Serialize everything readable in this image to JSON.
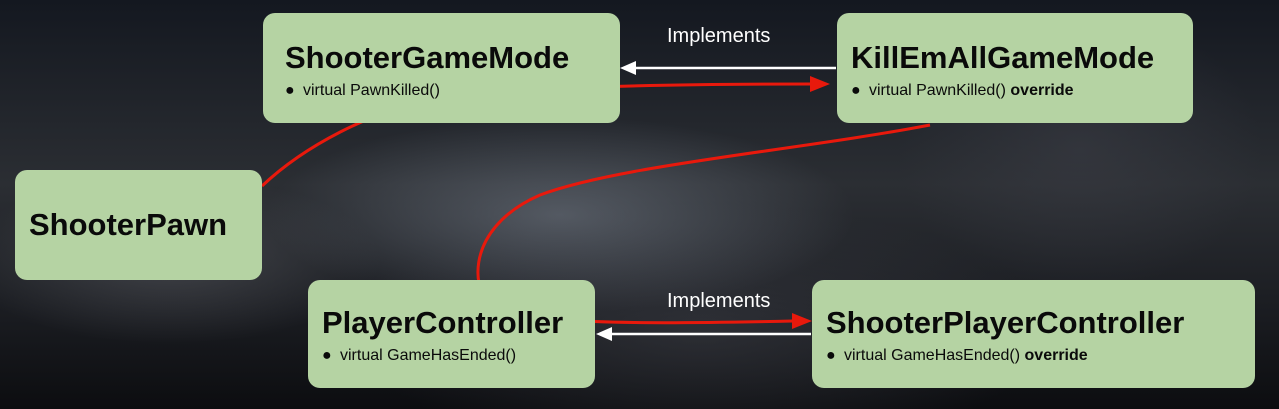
{
  "nodes": {
    "shooter_game_mode": {
      "title": "ShooterGameMode",
      "method": "virtual PawnKilled()",
      "suffix": ""
    },
    "kill_em_all_game_mode": {
      "title": "KillEmAllGameMode",
      "method": "virtual PawnKilled()",
      "suffix": "override"
    },
    "shooter_pawn": {
      "title": "ShooterPawn"
    },
    "player_controller": {
      "title": "PlayerController",
      "method": "virtual GameHasEnded()",
      "suffix": ""
    },
    "shooter_player_controller": {
      "title": "ShooterPlayerController",
      "method": "virtual GameHasEnded()",
      "suffix": "override"
    }
  },
  "edges": {
    "top_label": "Implements",
    "bottom_label": "Implements"
  },
  "bullet": "●",
  "colors": {
    "node_fill": "#b5d3a3",
    "implements_arrow": "#ffffff",
    "call_flow_arrow": "#e8190c"
  }
}
